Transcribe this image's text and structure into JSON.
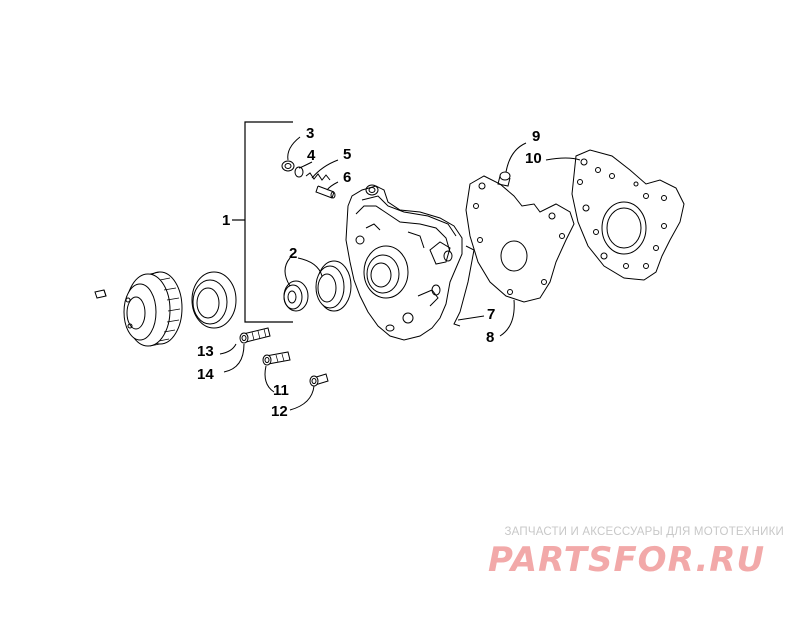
{
  "callouts": {
    "c1": "1",
    "c2": "2",
    "c3": "3",
    "c4": "4",
    "c5": "5",
    "c6": "6",
    "c7": "7",
    "c8": "8",
    "c9": "9",
    "c10": "10",
    "c11": "11",
    "c12": "12",
    "c13": "13",
    "c14": "14"
  },
  "watermark": {
    "tagline": "ЗАПЧАСТИ И АКСЕССУАРЫ ДЛЯ МОТОТЕХНИКИ",
    "logo": "PARTSFOR.RU",
    "logo_color": "#f2a9a9",
    "tagline_color": "#c8c8c8"
  },
  "colors": {
    "line": "#000000",
    "background": "#ffffff"
  }
}
